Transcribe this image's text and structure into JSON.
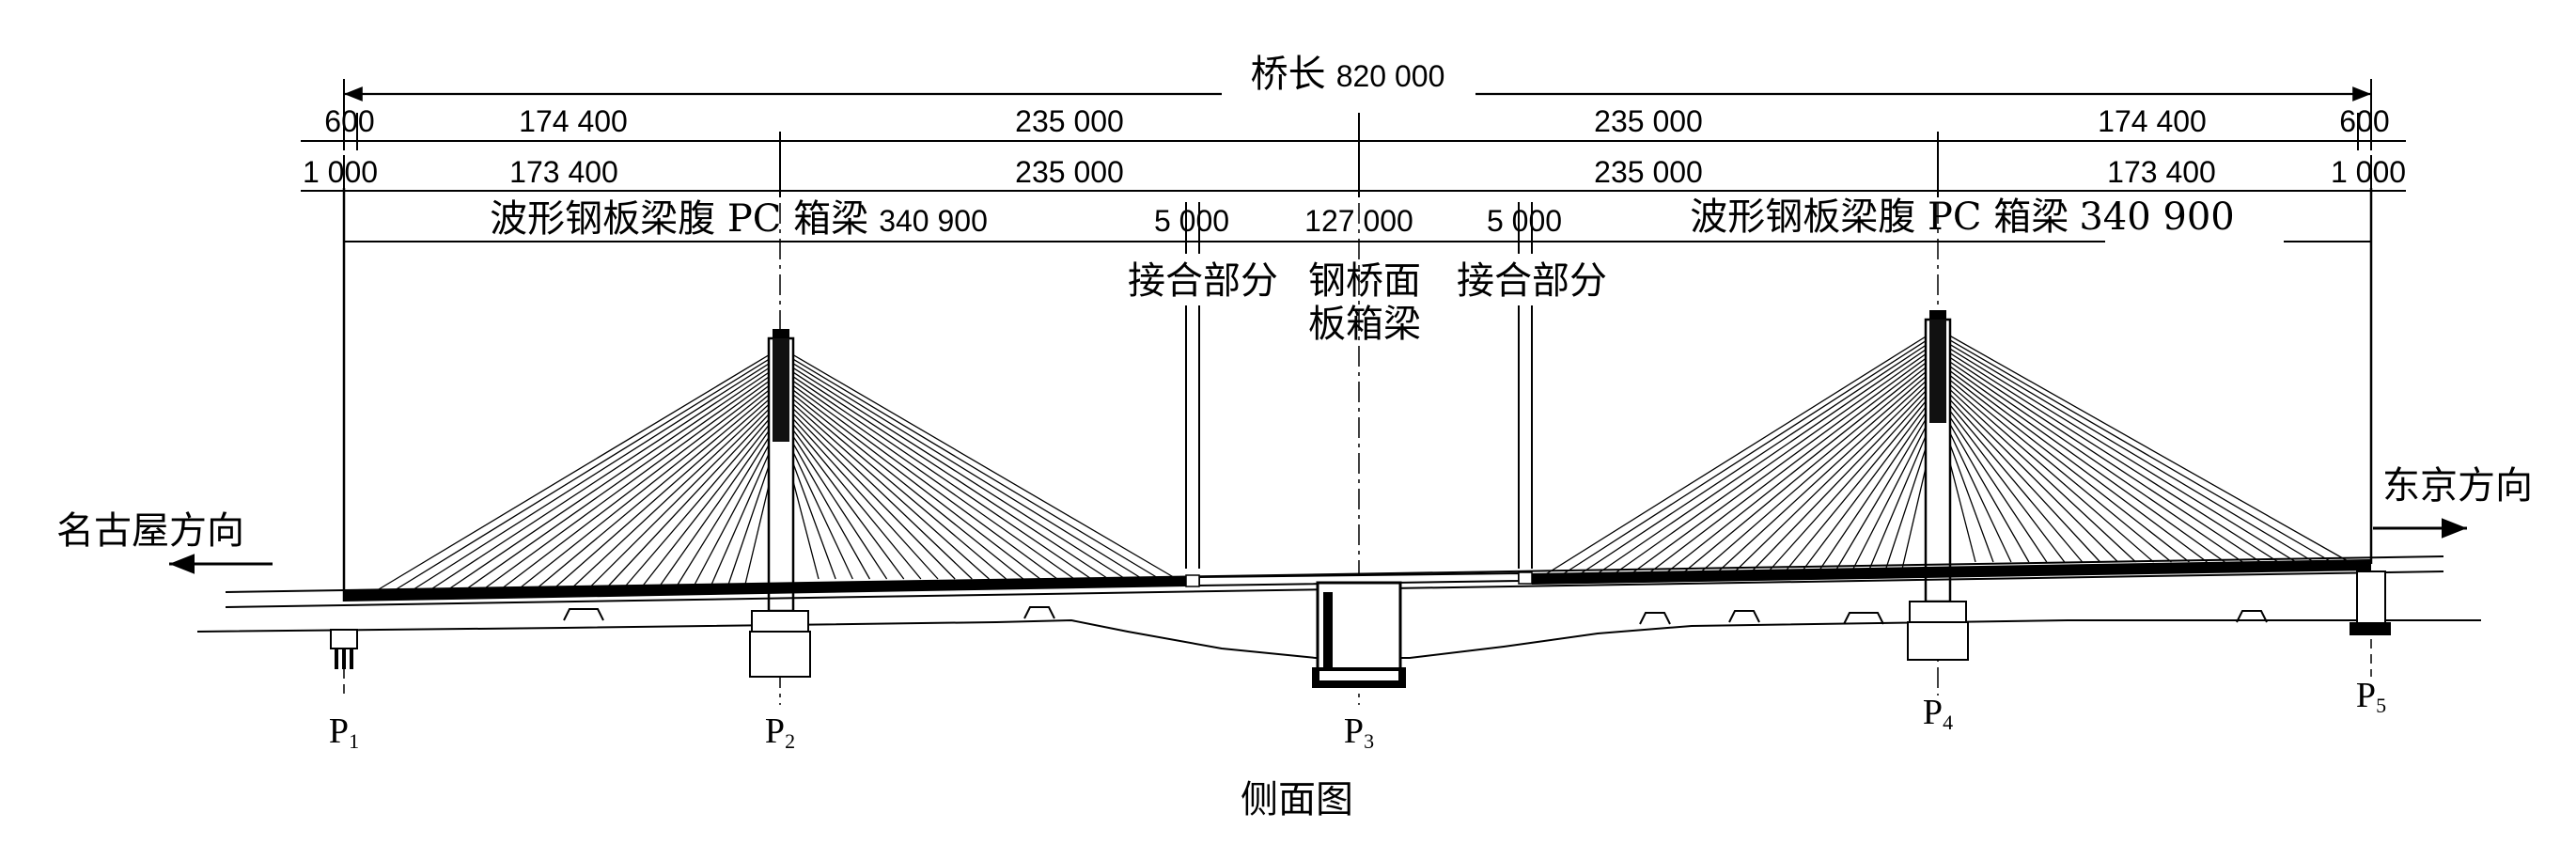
{
  "caption": "侧面图",
  "bridge_length": {
    "label": "桥长",
    "value": "820 000"
  },
  "dim_row_1": [
    "600",
    "174 400",
    "235 000",
    "235 000",
    "174 400",
    "600"
  ],
  "dim_row_2": [
    "1 000",
    "173 400",
    "235 000",
    "235 000",
    "173 400",
    "1 000"
  ],
  "segments": {
    "left_girder": "波形钢板梁腹 PC 箱梁",
    "left_girder_value": "340 900",
    "joint_left_value": "5 000",
    "center_value": "127 000",
    "joint_right_value": "5 000",
    "right_girder": "波形钢板梁腹 PC 箱梁",
    "right_girder_value": "340 900"
  },
  "labels": {
    "joint_left": "接合部分",
    "center_line1": "钢桥面",
    "center_line2": "板箱梁",
    "joint_right": "接合部分"
  },
  "directions": {
    "left": "名古屋方向",
    "right": "东京方向"
  },
  "piers": [
    {
      "letter": "P",
      "number": "1"
    },
    {
      "letter": "P",
      "number": "2"
    },
    {
      "letter": "P",
      "number": "3"
    },
    {
      "letter": "P",
      "number": "4"
    },
    {
      "letter": "P",
      "number": "5"
    }
  ]
}
